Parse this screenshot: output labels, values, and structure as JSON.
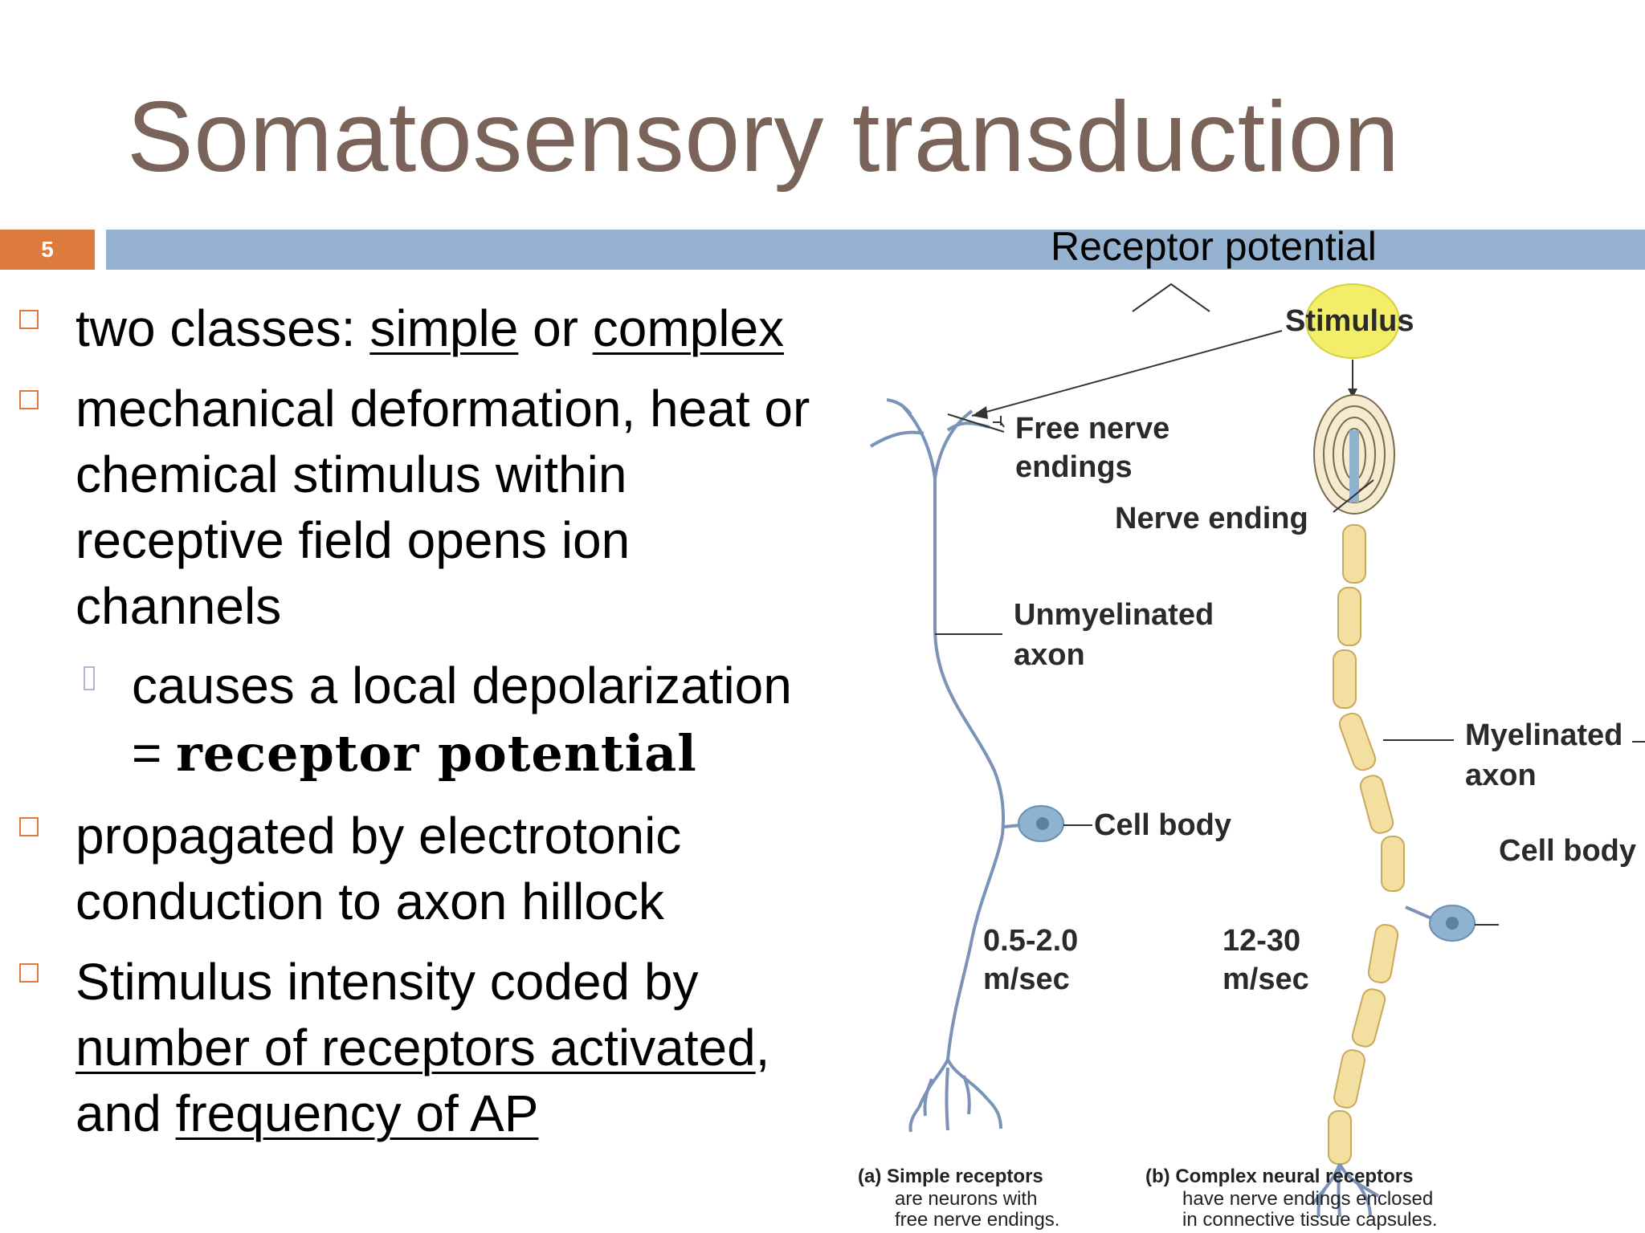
{
  "slide": {
    "title": "Somatosensory transduction",
    "number": "5",
    "bar_caption": "Receptor potential",
    "colors": {
      "title": "#7a6358",
      "number_box": "#dd7a3e",
      "bar": "#95b3d1",
      "stimulus": "#f2ee6a",
      "myelin": "#f3dfa0",
      "neuron": "#7b93b8"
    }
  },
  "bullets": {
    "b1": {
      "pre": "two classes: ",
      "u1": "simple",
      "mid": " or ",
      "u2": "complex"
    },
    "b2": {
      "lines": [
        "mechanical deformation, heat or",
        "chemical stimulus within",
        "receptive field opens ion",
        "channels"
      ]
    },
    "sub": {
      "line1": "causes a local depolarization",
      "eq": "= ",
      "bold": "receptor potential"
    },
    "b3": {
      "lines": [
        "propagated by electrotonic",
        "conduction to axon hillock"
      ]
    },
    "b4": {
      "line1": "Stimulus intensity coded by",
      "u1": "number of receptors activated",
      "comma": ",",
      "pre2": "and ",
      "u2": "frequency of AP"
    }
  },
  "figure": {
    "stimulus": "Stimulus",
    "free_nerve": [
      "Free nerve",
      "endings"
    ],
    "nerve_ending": "Nerve ending",
    "unmyelinated": [
      "Unmyelinated",
      "axon"
    ],
    "myelinated": [
      "Myelinated",
      "axon"
    ],
    "cell_body_a": "Cell body",
    "cell_body_b": "Cell body",
    "speed_a": [
      "0.5-2.0",
      "m/sec"
    ],
    "speed_b": [
      "12-30",
      "m/sec"
    ],
    "caption_a": {
      "tag": "(a)",
      "title": "Simple receptors",
      "lines": [
        "are neurons with",
        "free nerve endings."
      ]
    },
    "caption_b": {
      "tag": "(b)",
      "title": "Complex neural receptors",
      "lines": [
        "have nerve endings enclosed",
        "in connective tissue capsules."
      ]
    }
  }
}
